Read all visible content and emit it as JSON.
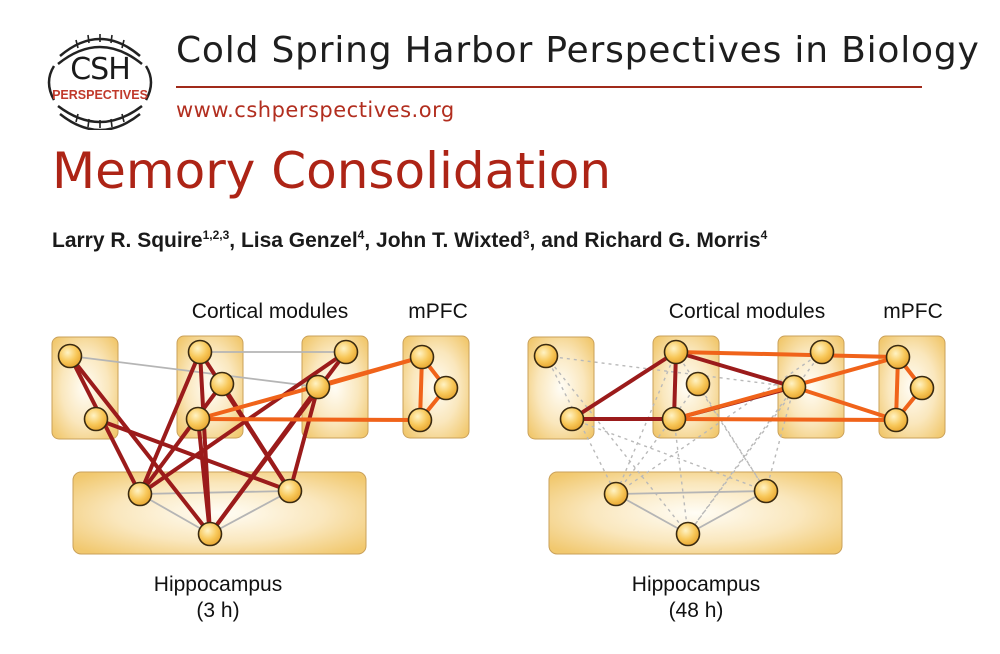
{
  "header": {
    "logo_text": "CSH",
    "logo_subtext": "PERSPECTIVES",
    "journal_name": "Cold Spring Harbor Perspectives in Biology",
    "url": "www.cshperspectives.org"
  },
  "title": "Memory Consolidation",
  "authors": [
    {
      "name": "Larry R. Squire",
      "affil": "1,2,3",
      "sep": ", "
    },
    {
      "name": "Lisa Genzel",
      "affil": "4",
      "sep": ", "
    },
    {
      "name": "John T. Wixted",
      "affil": "3",
      "sep": ", and "
    },
    {
      "name": "Richard G. Morris",
      "affil": "4",
      "sep": ""
    }
  ],
  "panels": [
    {
      "cortical_label": "Cortical modules",
      "mpfc_label": "mPFC",
      "hippocampus_label": "Hippocampus",
      "time_label": "(3 h)"
    },
    {
      "cortical_label": "Cortical modules",
      "mpfc_label": "mPFC",
      "hippocampus_label": "Hippocampus",
      "time_label": "(48 h)"
    }
  ],
  "colors": {
    "brand_red": "#ad2416",
    "hippocampal_link": "#9b1b1b",
    "cortical_link": "#f0631a",
    "weak_link": "#b0b0b0",
    "node_fill": "#f7c45a",
    "module_fill": "#f6d79a"
  }
}
